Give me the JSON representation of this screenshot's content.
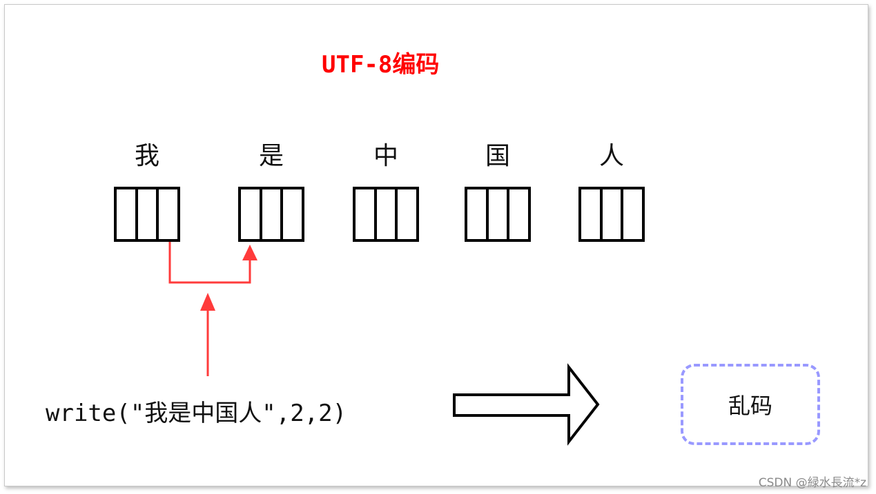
{
  "title": "UTF-8编码",
  "characters": [
    "我",
    "是",
    "中",
    "国",
    "人"
  ],
  "code": "write(\"我是中国人\",2,2)",
  "result": "乱码",
  "watermark": "CSDN @緑水長流*z",
  "colors": {
    "title": "#ff0000",
    "pointer_arrow": "#ff3b3b",
    "result_border": "#9999ff",
    "box_border": "#000000"
  }
}
